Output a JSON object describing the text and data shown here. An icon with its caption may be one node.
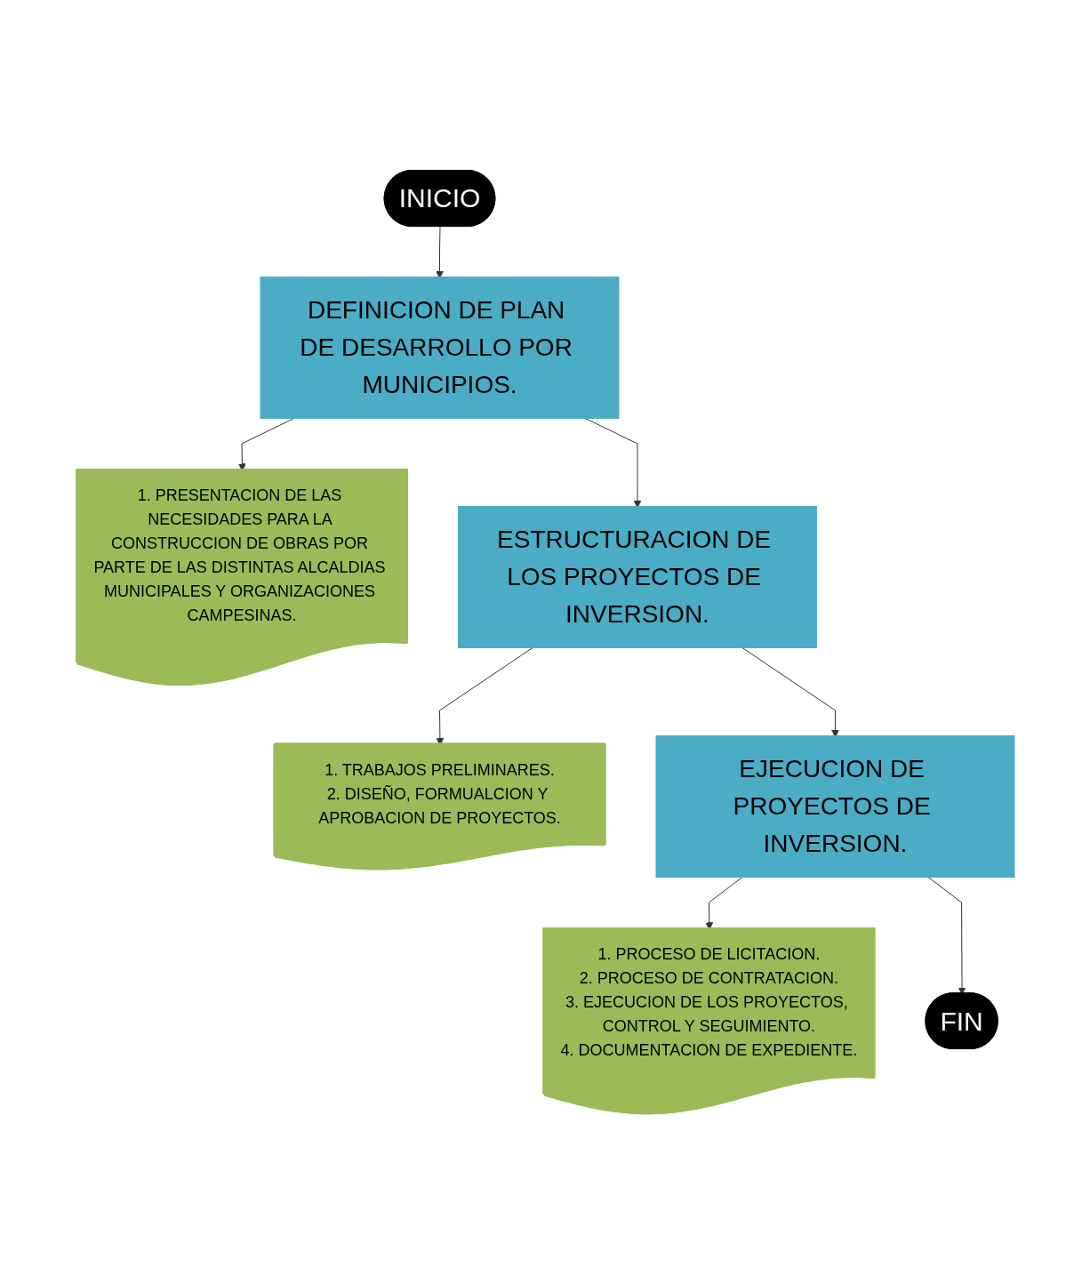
{
  "diagram": {
    "nodes": [
      {
        "text": [
          "INICIO"
        ]
      },
      {
        "text": [
          "DEFINICION DE PLAN DE DESARROLLO POR MUNICIPIOS."
        ]
      },
      {
        "text": [
          "1. PRESENTACION DE LAS NECESIDADES PARA LA CONSTRUCCION DE OBRAS POR PARTE DE LAS DISTINTAS ALCALDIAS MUNICIPALES Y ORGANIZACIONES CAMPESINAS."
        ]
      },
      {
        "text": [
          "ESTRUCTURACION DE LOS PROYECTOS DE INVERSION."
        ]
      },
      {
        "text": [
          "1. TRABAJOS PRELIMINARES.",
          "2. DISEÑO, FORMUALCION Y APROBACION DE PROYECTOS."
        ]
      },
      {
        "text": [
          "EJECUCION DE PROYECTOS DE INVERSION."
        ]
      },
      {
        "text": [
          "1. PROCESO DE LICITACION.",
          "2. PROCESO DE CONTRATACION.",
          "3. EJECUCION DE LOS PROYECTOS, CONTROL Y SEGUIMIENTO.",
          "4. DOCUMENTACION DE EXPEDIENTE."
        ]
      },
      {
        "text": [
          "FIN"
        ]
      }
    ],
    "edges": [
      {
        "from": 0,
        "to": 1,
        "arrow": "to"
      },
      {
        "from": 1,
        "to": 2,
        "arrow": "to"
      },
      {
        "from": 1,
        "to": 3,
        "arrow": "to"
      },
      {
        "from": 3,
        "to": 4,
        "arrow": "to"
      },
      {
        "from": 3,
        "to": 5,
        "arrow": "to"
      },
      {
        "from": 5,
        "to": 6,
        "arrow": "to"
      },
      {
        "from": 5,
        "to": 7,
        "arrow": "to"
      }
    ]
  }
}
